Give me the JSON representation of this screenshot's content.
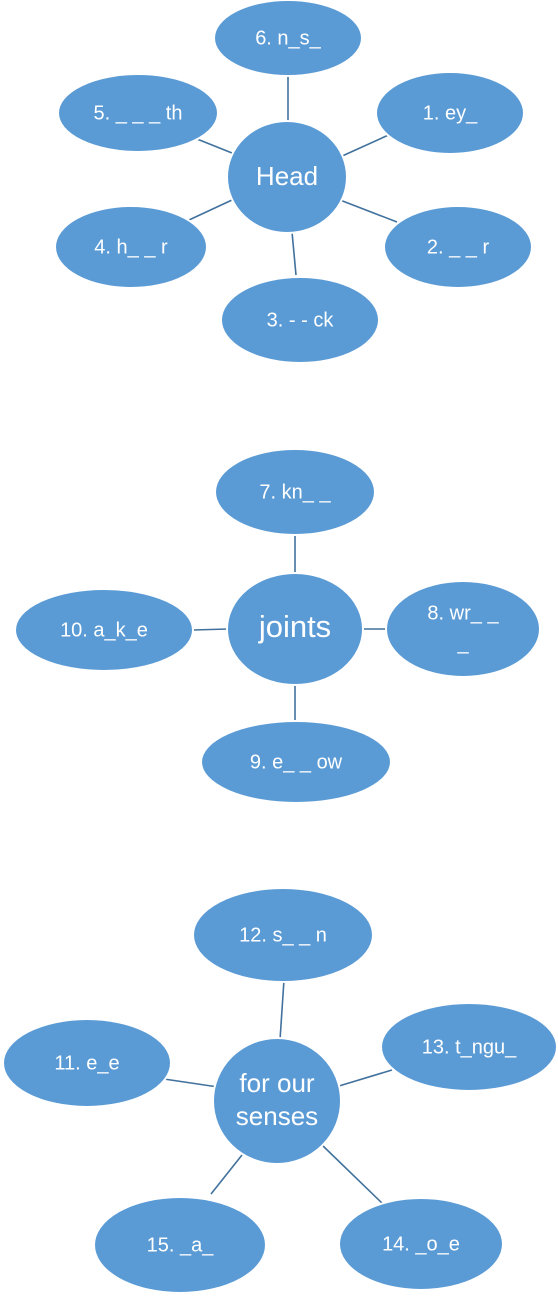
{
  "diagrams": [
    {
      "hub": "Head",
      "items": [
        "1. ey_",
        "2. _ _ r",
        "3. - - ck",
        "4. h_ _ r",
        "5. _ _ _ th",
        "6. n_s_"
      ]
    },
    {
      "hub": "joints",
      "items": [
        "7. kn_ _",
        "8. wr_ _",
        "_",
        "9. e_ _ ow",
        "10. a_k_e"
      ]
    },
    {
      "hub_line1": "for our",
      "hub_line2": "senses",
      "items": [
        "11. e_e",
        "12. s_ _ n",
        "13. t_ngu_",
        "14. _o_e",
        "15. _a_"
      ]
    }
  ],
  "colors": {
    "node_fill": "#5b9bd5",
    "connector": "#41719c",
    "text": "#ffffff"
  }
}
